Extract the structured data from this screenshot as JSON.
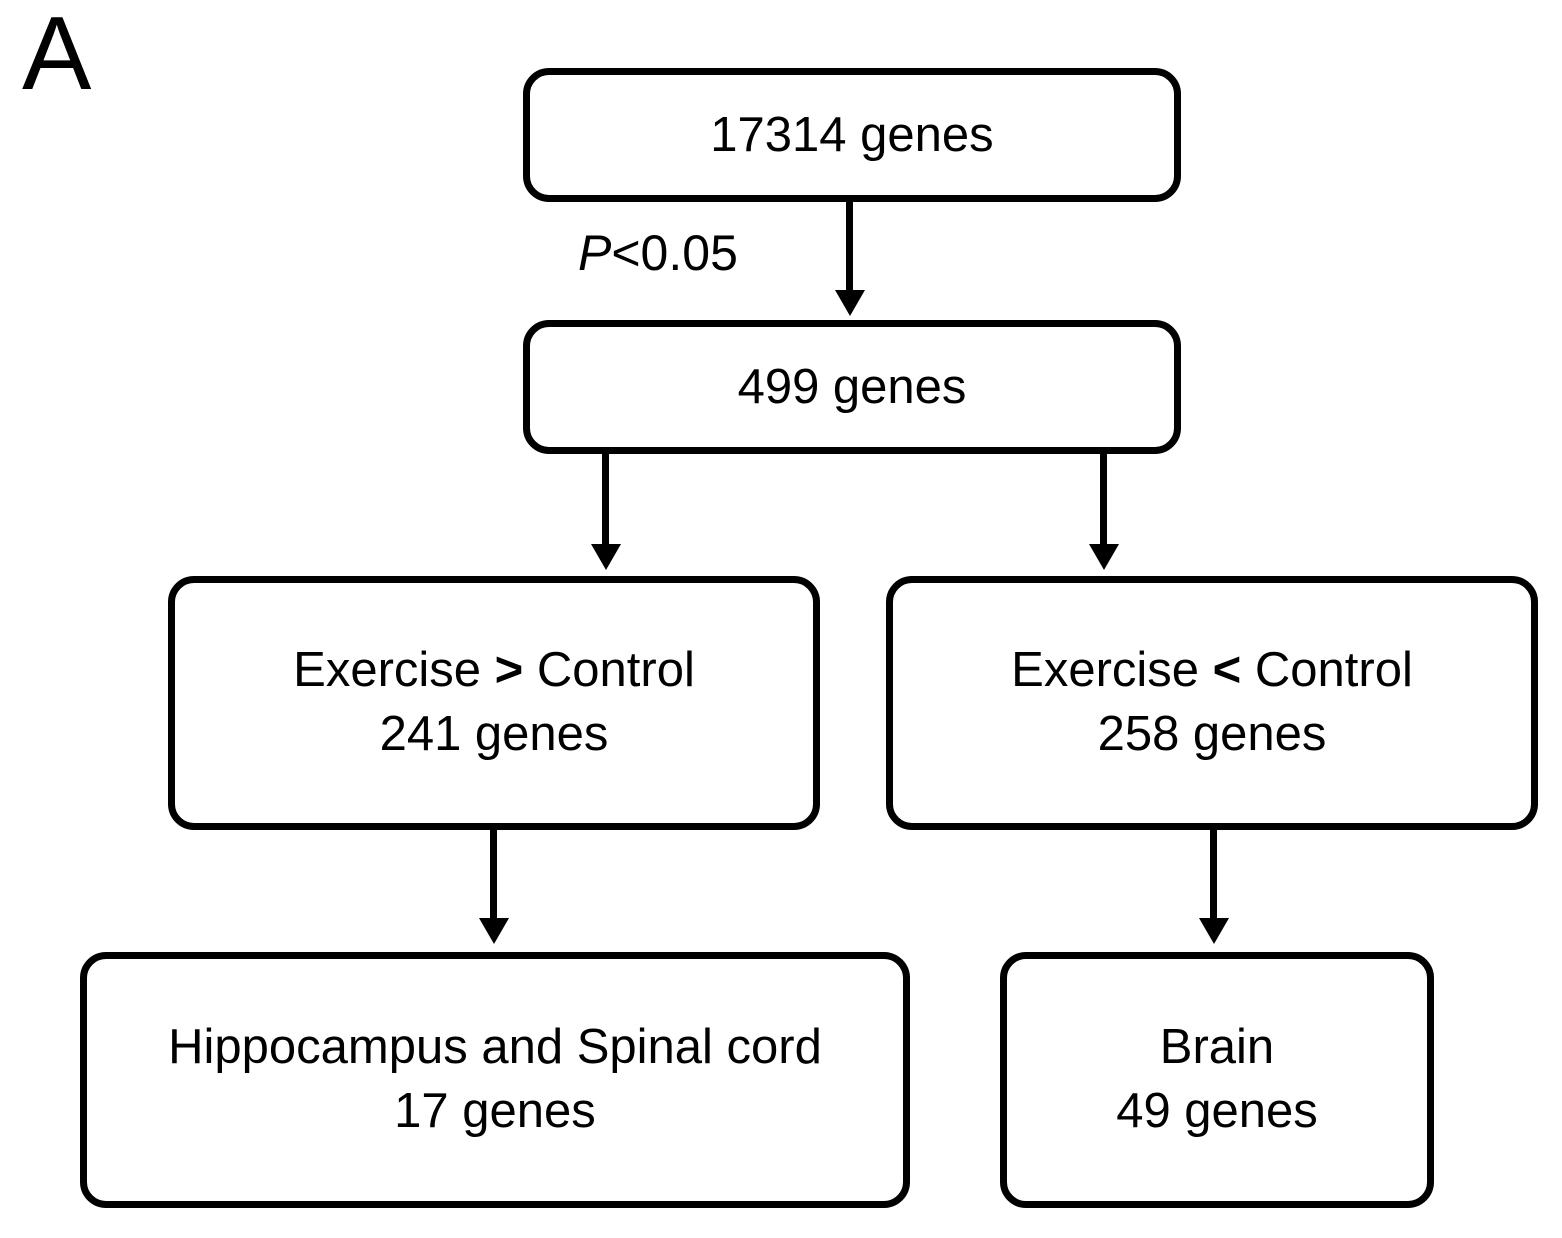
{
  "figure": {
    "panel_label": "A",
    "type": "flowchart",
    "line_color": "#000000",
    "background_color": "#ffffff"
  },
  "nodes": {
    "all_genes": {
      "label": "17314 genes",
      "count": 17314,
      "unit": "genes"
    },
    "significant_genes": {
      "label": "499 genes",
      "count": 499,
      "unit": "genes"
    },
    "upregulated": {
      "line1_prefix": "Exercise ",
      "line1_operator": ">",
      "line1_suffix": " Control",
      "line2": "241 genes",
      "count": 241
    },
    "downregulated": {
      "line1_prefix": "Exercise ",
      "line1_operator": "<",
      "line1_suffix": " Control",
      "line2": "258 genes",
      "count": 258
    },
    "up_tissue": {
      "line1": "Hippocampus and Spinal cord",
      "line2": "17 genes",
      "count": 17
    },
    "down_tissue": {
      "line1": "Brain",
      "line2": "49 genes",
      "count": 49
    }
  },
  "edges": {
    "filter": {
      "label_symbol": "P",
      "label_rest": "<0.05",
      "threshold": 0.05,
      "from": "all_genes",
      "to": "significant_genes"
    },
    "split_left": {
      "from": "significant_genes",
      "to": "upregulated",
      "label": ""
    },
    "split_right": {
      "from": "significant_genes",
      "to": "downregulated",
      "label": ""
    },
    "up_to_tissue": {
      "from": "upregulated",
      "to": "up_tissue",
      "label": ""
    },
    "down_to_tissue": {
      "from": "downregulated",
      "to": "down_tissue",
      "label": ""
    }
  }
}
